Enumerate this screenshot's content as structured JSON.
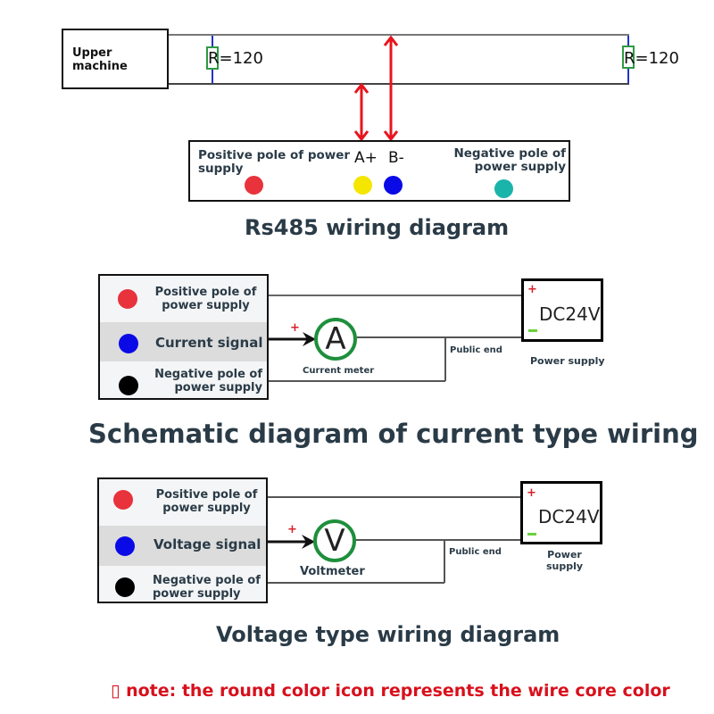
{
  "rs485": {
    "host_label": "Upper machine",
    "resistor_left": "R=120",
    "resistor_right": "R=120",
    "terminal_a": "A+",
    "terminal_b": "B-",
    "positive_label": "Positive pole of power supply",
    "negative_label": "Negative pole of power supply",
    "colors": {
      "positive": "#e8323c",
      "a": "#f5e600",
      "b": "#0a0ae6",
      "negative": "#1ab4aa"
    },
    "title": "Rs485 wiring diagram"
  },
  "current": {
    "rows": [
      {
        "label": "Positive pole of power supply",
        "color": "#e8323c"
      },
      {
        "label": "Current signal",
        "color": "#0a0ae6"
      },
      {
        "label": "Negative pole of power supply",
        "color": "#000000"
      }
    ],
    "plus_mark": "+",
    "meter_symbol": "A",
    "meter_label": "Current meter",
    "public_end": "Public end",
    "psu_label": "DC24V",
    "psu_plus": "+",
    "psu_minus": "—",
    "psu_caption": "Power supply",
    "title": "Schematic diagram of current type wiring"
  },
  "voltage": {
    "rows": [
      {
        "label": "Positive pole of power supply",
        "color": "#e8323c"
      },
      {
        "label": "Voltage signal",
        "color": "#0a0ae6"
      },
      {
        "label": "Negative pole of power supply",
        "color": "#000000"
      }
    ],
    "plus_mark": "+",
    "meter_symbol": "V",
    "meter_label": "Voltmeter",
    "public_end": "Public end",
    "psu_label": "DC24V",
    "psu_plus": "+",
    "psu_minus": "—",
    "psu_caption": "Power supply",
    "title": "Voltage type wiring diagram"
  },
  "note": "▯ note: the round color icon represents the wire core color"
}
